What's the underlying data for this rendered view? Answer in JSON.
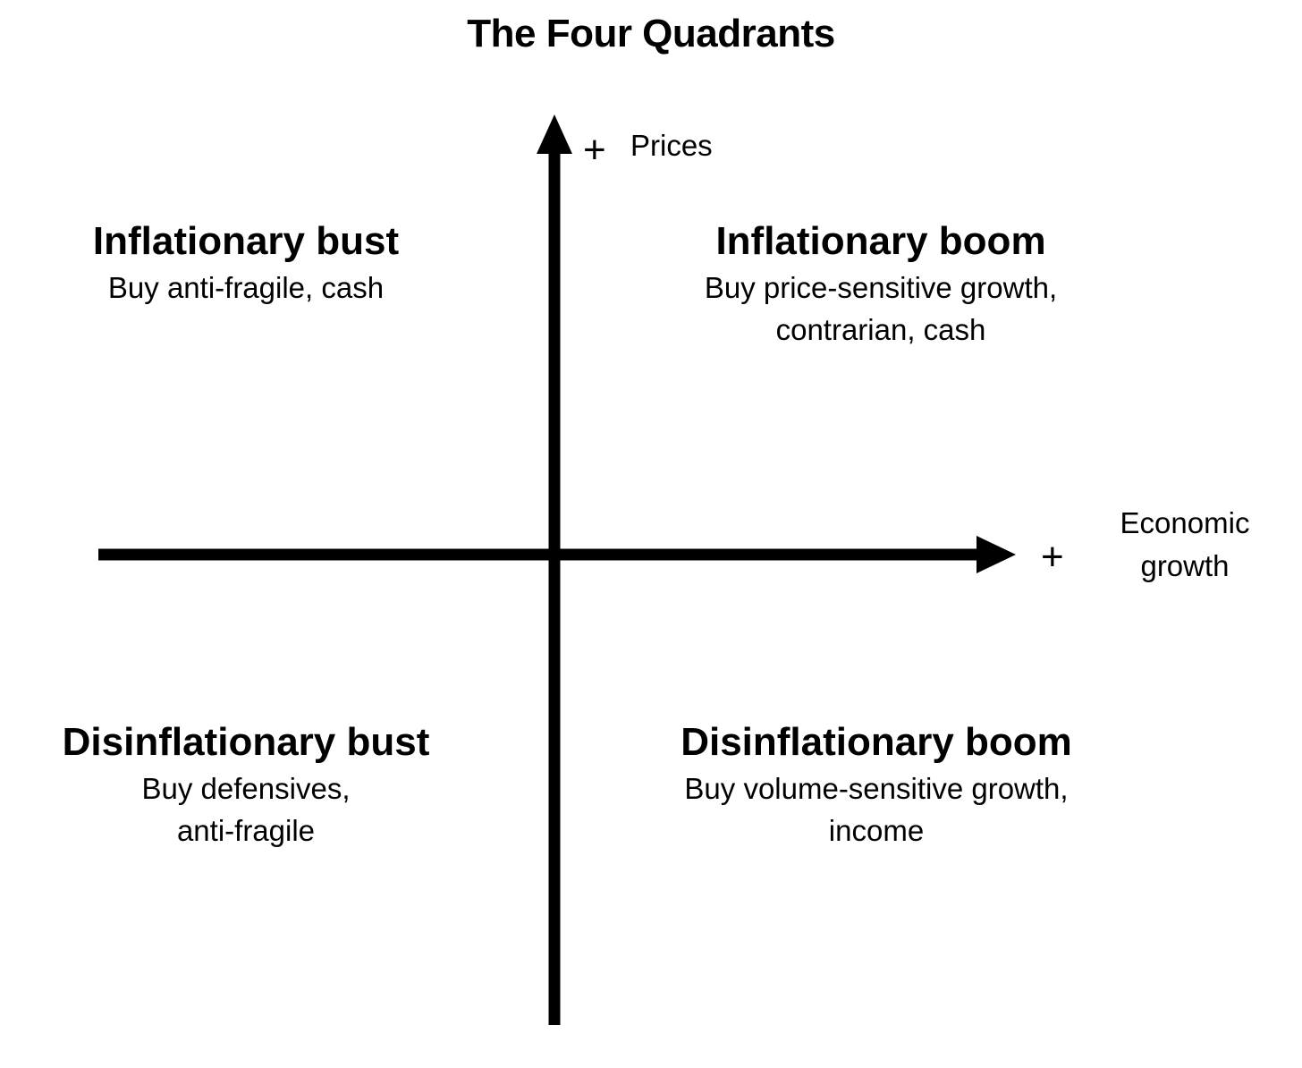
{
  "title": "The Four Quadrants",
  "axes": {
    "y": {
      "sign": "+",
      "label": "Prices"
    },
    "x": {
      "sign": "+",
      "label_line1": "Economic",
      "label_line2": "growth"
    }
  },
  "quadrants": {
    "top_left": {
      "heading": "Inflationary bust",
      "advice_line1": "Buy anti-fragile, cash"
    },
    "top_right": {
      "heading": "Inflationary boom",
      "advice_line1": "Buy price-sensitive growth,",
      "advice_line2": "contrarian, cash"
    },
    "bottom_left": {
      "heading": "Disinflationary bust",
      "advice_line1": "Buy defensives,",
      "advice_line2": "anti-fragile"
    },
    "bottom_right": {
      "heading": "Disinflationary boom",
      "advice_line1": "Buy volume-sensitive growth,",
      "advice_line2": "income"
    }
  },
  "colors": {
    "ink": "#000000",
    "background": "#ffffff"
  }
}
